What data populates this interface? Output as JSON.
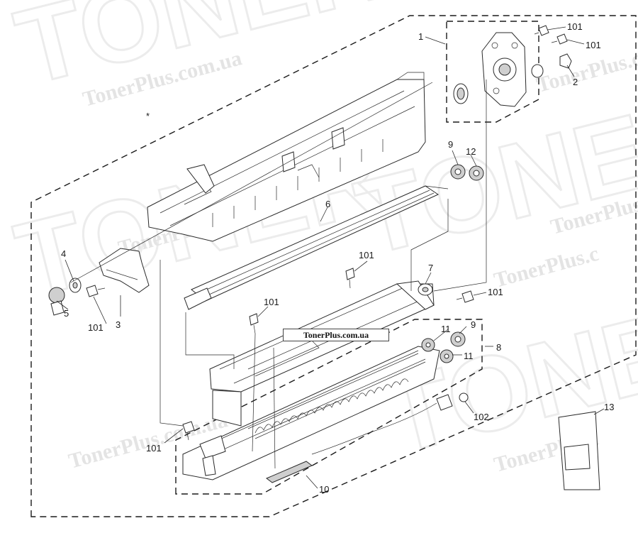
{
  "watermark": {
    "site_text": "TonerPlus.com.ua",
    "brand_text": "TonerPlus.c",
    "big_text": "TONER"
  },
  "site_label": "TonerPlus.com.ua",
  "assembly_marker": "*",
  "callouts": {
    "c1": "1",
    "c2": "2",
    "c3": "3",
    "c4": "4",
    "c5": "5",
    "c6": "6",
    "c7": "7",
    "c8": "8",
    "c9a": "9",
    "c9b": "9",
    "c10": "10",
    "c11a": "11",
    "c11b": "11",
    "c12": "12",
    "c13": "13",
    "c101a": "101",
    "c101b": "101",
    "c101c": "101",
    "c101d": "101",
    "c101e": "101",
    "c101f": "101",
    "c101g": "101",
    "c102": "102"
  },
  "colors": {
    "line": "#2a2a2a",
    "watermark": "#e4e4e4"
  }
}
